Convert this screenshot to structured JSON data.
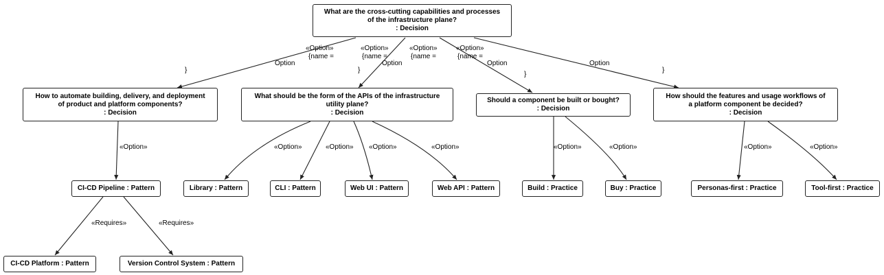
{
  "nodes": {
    "root": {
      "line1": "What are the cross-cutting capabilities and processes",
      "line2": "of the infrastructure plane?",
      "line3": ": Decision"
    },
    "automate": {
      "line1": "How to automate building, delivery, and deployment",
      "line2": "of product and platform components?",
      "line3": ": Decision"
    },
    "apis": {
      "line1": "What should be the form of the APIs of the infrastructure",
      "line2": "utility plane?",
      "line3": ": Decision"
    },
    "build_or_buy": {
      "line1": "Should a component be built or bought?",
      "line2": ": Decision"
    },
    "features": {
      "line1": "How should the features and usage workflows of",
      "line2": "a platform component be decided?",
      "line3": ": Decision"
    },
    "cicd_pipeline": "CI-CD Pipeline : Pattern",
    "library": "Library : Pattern",
    "cli": "CLI : Pattern",
    "web_ui": "Web UI : Pattern",
    "web_api": "Web API : Pattern",
    "build": "Build : Practice",
    "buy": "Buy : Practice",
    "personas_first": "Personas-first : Practice",
    "tool_first": "Tool-first : Practice",
    "cicd_platform": "CI-CD Platform : Pattern",
    "vcs": "Version Control System : Pattern"
  },
  "labels": {
    "option_stereo": "«Option»",
    "requires_stereo": "«Requires»",
    "name_eq": "{name =",
    "close_brace": "}",
    "option": "Option"
  }
}
